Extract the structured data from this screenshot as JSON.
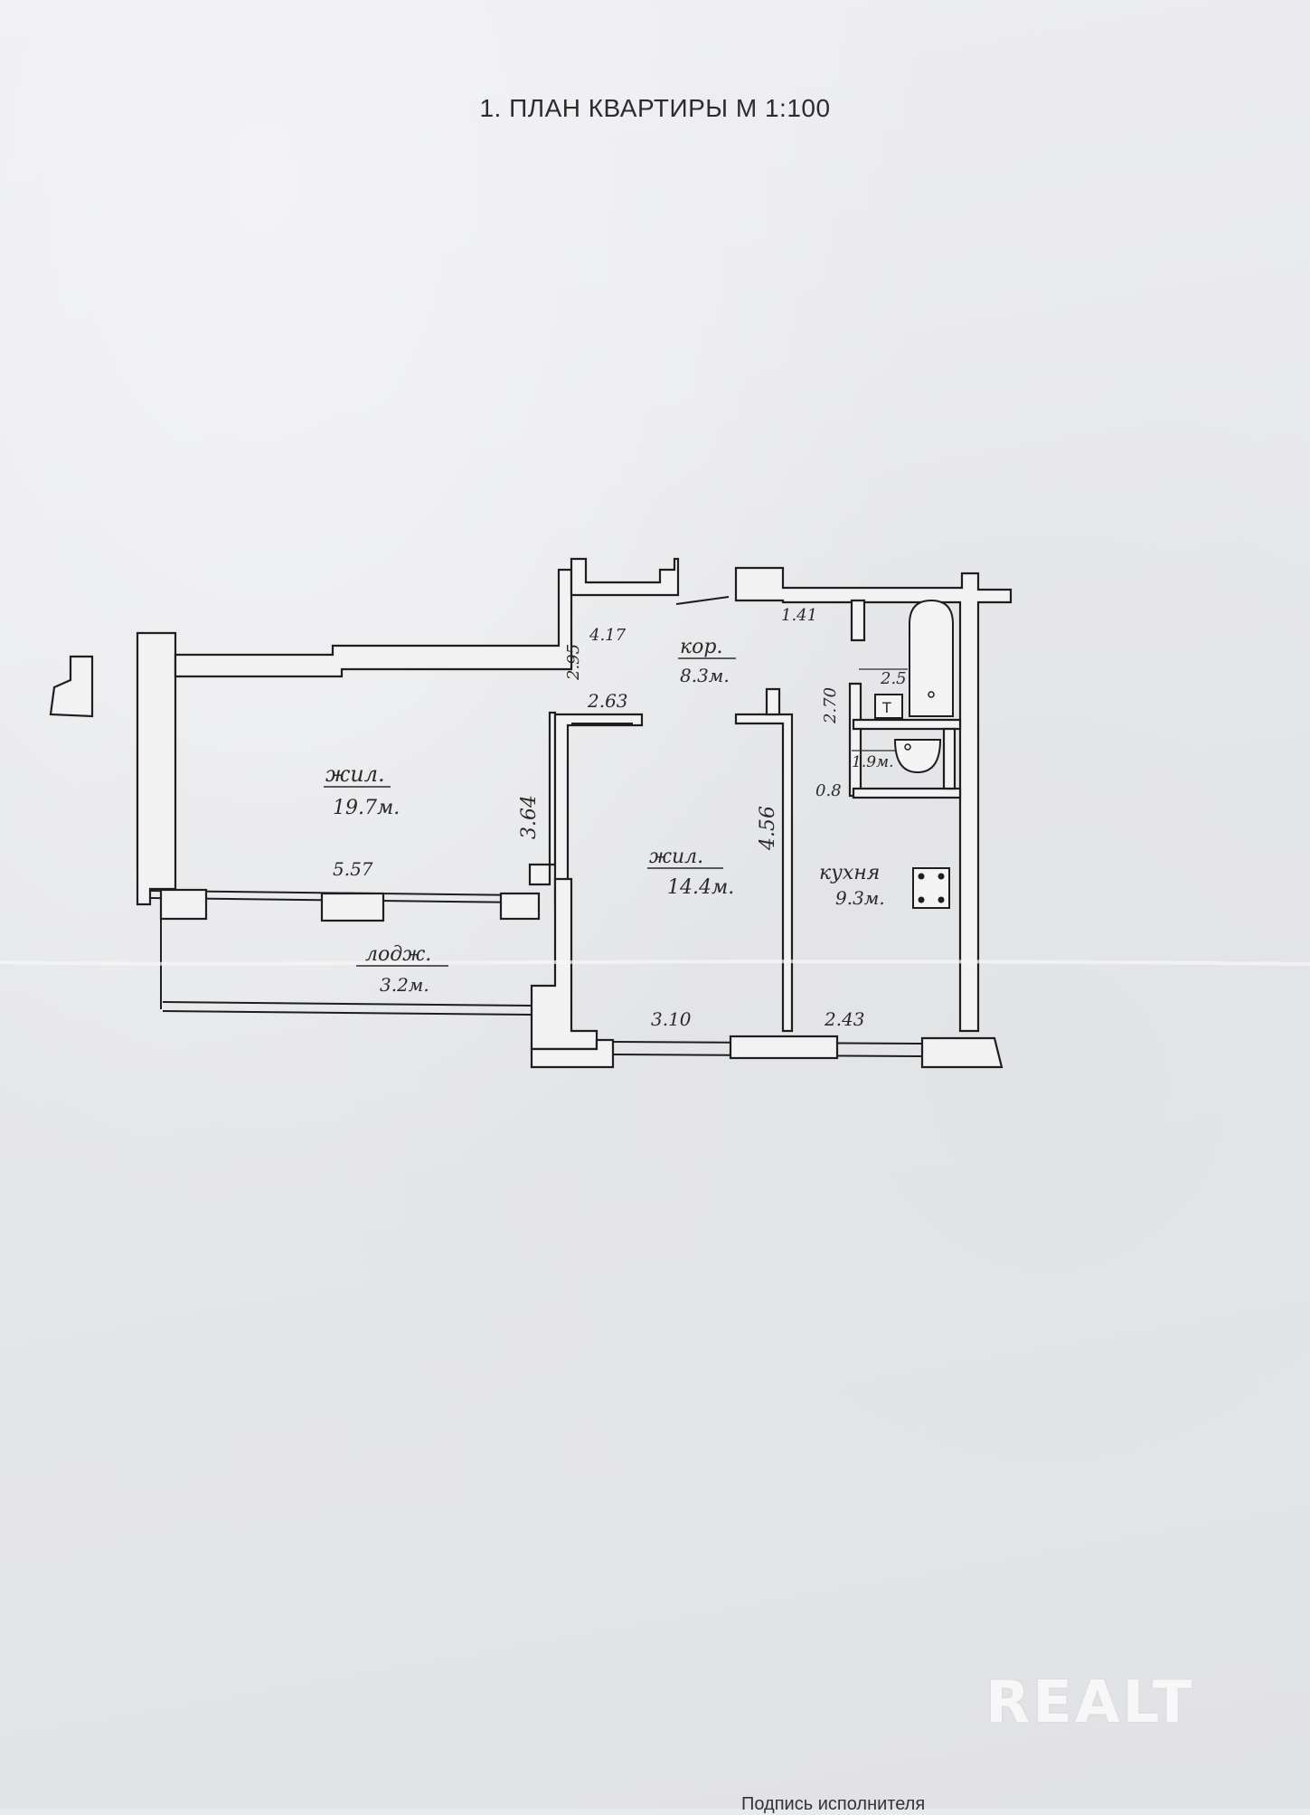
{
  "document": {
    "title": "1. ПЛАН КВАРТИРЫ  М 1:100"
  },
  "rooms": {
    "living_large": {
      "label": "жил.",
      "area": "19.7м."
    },
    "corridor": {
      "label": "кор.",
      "area": "8.3м."
    },
    "living_small": {
      "label": "жил.",
      "area": "14.4м."
    },
    "kitchen": {
      "label": "кухня",
      "area": "9.3м."
    },
    "loggia": {
      "label": "лодж.",
      "area": "3.2м."
    },
    "toilet": {
      "area": "2.5"
    },
    "bath": {
      "area": "1.9м."
    }
  },
  "dimensions": {
    "d_417": "4.17",
    "d_295": "2.95",
    "d_263": "2.63",
    "d_141": "1.41",
    "d_270": "2.70",
    "d_08": "0.8",
    "d_364": "3.64",
    "d_557": "5.57",
    "d_456": "4.56",
    "d_310": "3.10",
    "d_243": "2.43"
  },
  "fixtures": {
    "toilet_symbol": "Т"
  },
  "watermark": "REALT",
  "footer": "Подпись исполнителя"
}
